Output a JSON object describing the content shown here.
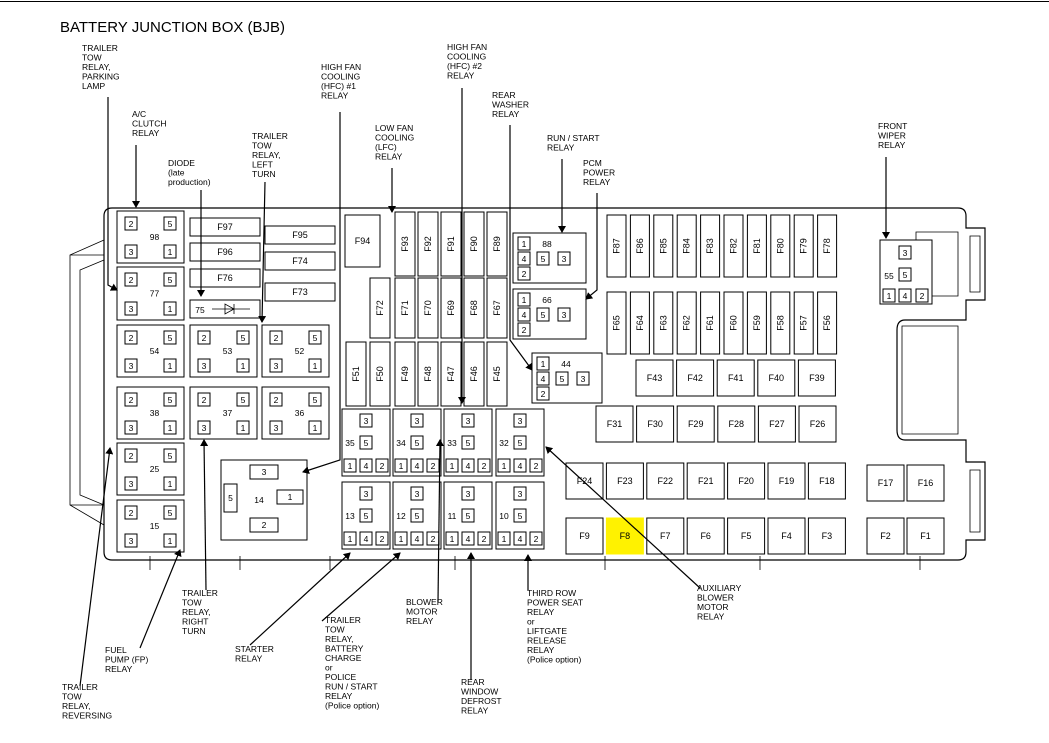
{
  "title": "BATTERY JUNCTION BOX (BJB)",
  "highlight_color": "#fff200",
  "highlighted_fuse": "F8",
  "fuses": {
    "F97": "F97",
    "F96": "F96",
    "F76": "F76",
    "F95": "F95",
    "F74": "F74",
    "F73": "F73",
    "F94": "F94",
    "F93": "F93",
    "F92": "F92",
    "F91": "F91",
    "F90": "F90",
    "F89": "F89",
    "F72": "F72",
    "F71": "F71",
    "F70": "F70",
    "F69": "F69",
    "F68": "F68",
    "F67": "F67",
    "F51": "F51",
    "F50": "F50",
    "F49": "F49",
    "F48": "F48",
    "F47": "F47",
    "F46": "F46",
    "F45": "F45",
    "F87": "F87",
    "F86": "F86",
    "F85": "F85",
    "F84": "F84",
    "F83": "F83",
    "F82": "F82",
    "F81": "F81",
    "F80": "F80",
    "F79": "F79",
    "F78": "F78",
    "F65": "F65",
    "F64": "F64",
    "F63": "F63",
    "F62": "F62",
    "F61": "F61",
    "F60": "F60",
    "F59": "F59",
    "F58": "F58",
    "F57": "F57",
    "F56": "F56",
    "F43": "F43",
    "F42": "F42",
    "F41": "F41",
    "F40": "F40",
    "F39": "F39",
    "F31": "F31",
    "F30": "F30",
    "F29": "F29",
    "F28": "F28",
    "F27": "F27",
    "F26": "F26",
    "F24": "F24",
    "F23": "F23",
    "F22": "F22",
    "F21": "F21",
    "F20": "F20",
    "F19": "F19",
    "F18": "F18",
    "F17": "F17",
    "F16": "F16",
    "F9": "F9",
    "F8": "F8",
    "F7": "F7",
    "F6": "F6",
    "F5": "F5",
    "F4": "F4",
    "F3": "F3",
    "F2": "F2",
    "F1": "F1"
  },
  "relays": {
    "r98": "98",
    "r77": "77",
    "r54": "54",
    "r53": "53",
    "r52": "52",
    "r38": "38",
    "r37": "37",
    "r36": "36",
    "r25": "25",
    "r15": "15",
    "r14": "14",
    "r35": "35",
    "r34": "34",
    "r33": "33",
    "r32": "32",
    "r13": "13",
    "r12": "12",
    "r11": "11",
    "r10": "10",
    "r88": "88",
    "r66": "66",
    "r44": "44",
    "r55": "55",
    "d75": "75"
  },
  "pins": {
    "p1": "1",
    "p2": "2",
    "p3": "3",
    "p4": "4",
    "p5": "5"
  },
  "labels": {
    "trailer_park": [
      "TRAILER",
      "TOW",
      "RELAY,",
      "PARKING",
      "LAMP"
    ],
    "ac_clutch": [
      "A/C",
      "CLUTCH",
      "RELAY"
    ],
    "diode": [
      "DIODE",
      "(late",
      "production)"
    ],
    "trailer_left": [
      "TRAILER",
      "TOW",
      "RELAY,",
      "LEFT",
      "TURN"
    ],
    "hfc1": [
      "HIGH FAN",
      "COOLING",
      "(HFC) #1",
      "RELAY"
    ],
    "lfc": [
      "LOW FAN",
      "COOLING",
      "(LFC)",
      "RELAY"
    ],
    "hfc2": [
      "HIGH FAN",
      "COOLING",
      "(HFC) #2",
      "RELAY"
    ],
    "rear_washer": [
      "REAR",
      "WASHER",
      "RELAY"
    ],
    "run_start": [
      "RUN / START",
      "RELAY"
    ],
    "pcm": [
      "PCM",
      "POWER",
      "RELAY"
    ],
    "front_wiper": [
      "FRONT",
      "WIPER",
      "RELAY"
    ],
    "trailer_right": [
      "TRAILER",
      "TOW",
      "RELAY,",
      "RIGHT",
      "TURN"
    ],
    "fuel_pump": [
      "FUEL",
      "PUMP (FP)",
      "RELAY"
    ],
    "trailer_rev": [
      "TRAILER",
      "TOW",
      "RELAY,",
      "REVERSING"
    ],
    "starter": [
      "STARTER",
      "RELAY"
    ],
    "trailer_charge": [
      "TRAILER",
      "TOW",
      "RELAY,",
      "BATTERY",
      "CHARGE",
      "or",
      "POLICE",
      "RUN / START",
      "RELAY",
      "(Police option)"
    ],
    "blower": [
      "BLOWER",
      "MOTOR",
      "RELAY"
    ],
    "rear_defrost": [
      "REAR",
      "WINDOW",
      "DEFROST",
      "RELAY"
    ],
    "third_row": [
      "THIRD ROW",
      "POWER SEAT",
      "RELAY",
      "or",
      "LIFTGATE",
      "RELEASE",
      "RELAY",
      "(Police option)"
    ],
    "aux_blower": [
      "AUXILIARY",
      "BLOWER",
      "MOTOR",
      "RELAY"
    ]
  }
}
